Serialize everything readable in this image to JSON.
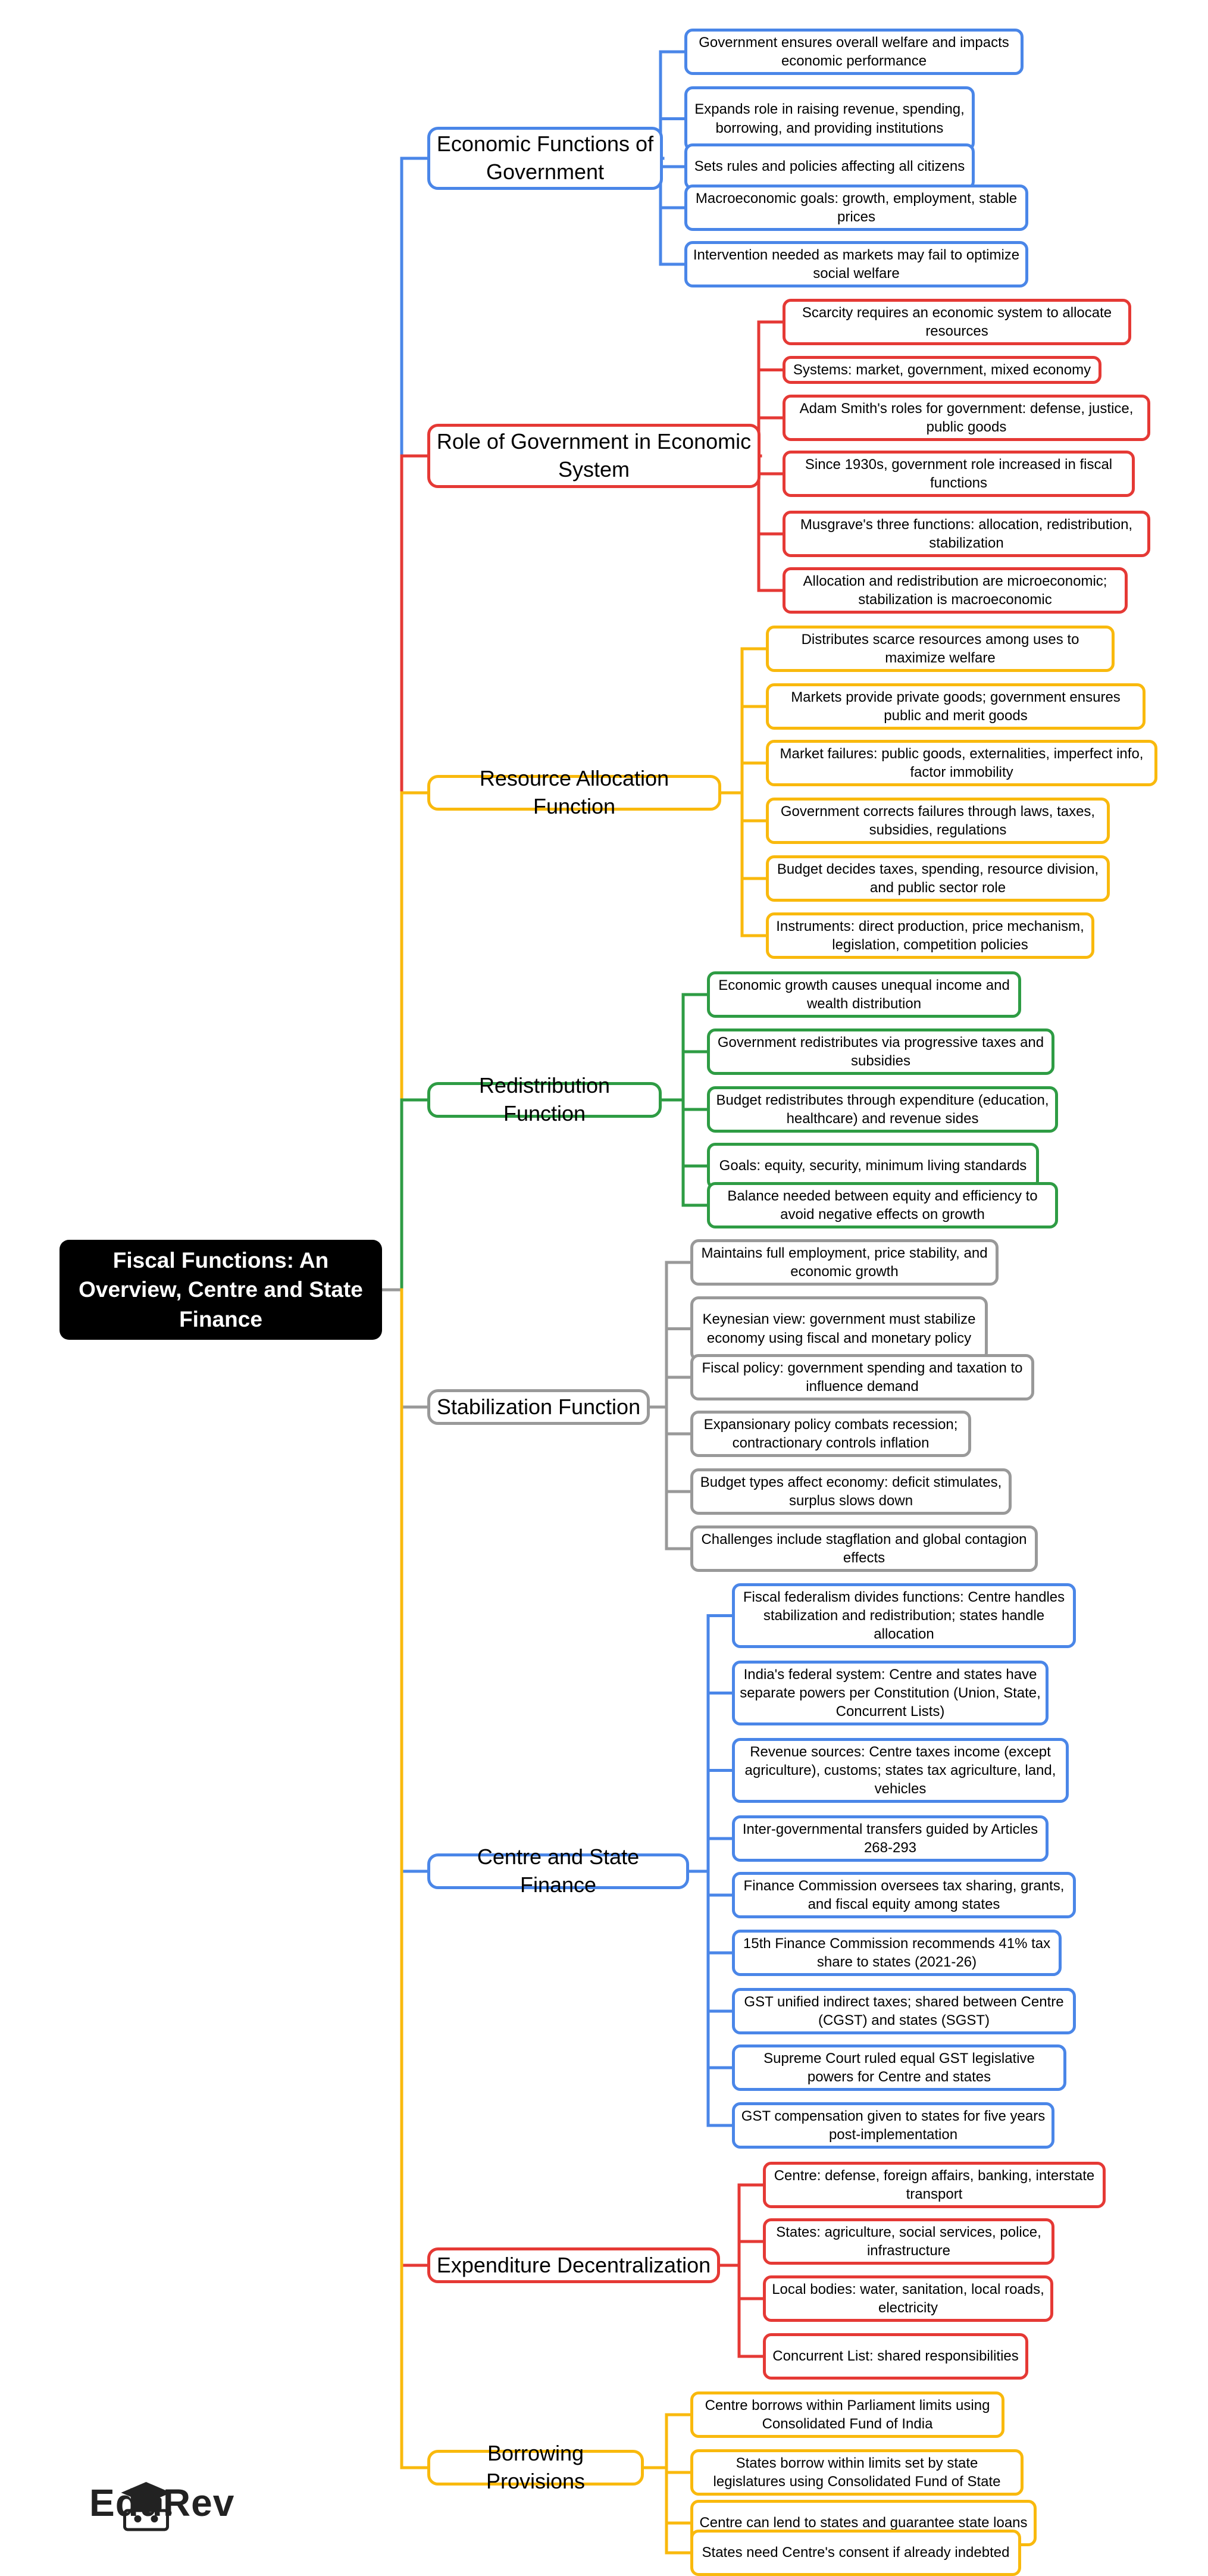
{
  "root": {
    "text": "Fiscal Functions: An Overview, Centre and State Finance"
  },
  "colors": {
    "blue": "#4a86e8",
    "red": "#e53935",
    "yellow": "#f9b90d",
    "green": "#2e9c44",
    "gray": "#999999"
  },
  "branches": [
    {
      "title": "Economic Functions of Government",
      "color": "blue",
      "leaves": [
        "Government ensures overall welfare and impacts economic performance",
        "Expands role in raising revenue, spending, borrowing, and providing institutions",
        "Sets rules and policies affecting all citizens",
        "Macroeconomic goals: growth, employment, stable prices",
        "Intervention needed as markets may fail to optimize social welfare"
      ]
    },
    {
      "title": "Role of Government in Economic System",
      "color": "red",
      "leaves": [
        "Scarcity requires an economic system to allocate resources",
        "Systems: market, government, mixed economy",
        "Adam Smith's roles for government: defense, justice, public goods",
        "Since 1930s, government role increased in fiscal functions",
        "Musgrave's three functions: allocation, redistribution, stabilization",
        "Allocation and redistribution are microeconomic; stabilization is macroeconomic"
      ]
    },
    {
      "title": "Resource Allocation Function",
      "color": "yellow",
      "leaves": [
        "Distributes scarce resources among uses to maximize welfare",
        "Markets provide private goods; government ensures public and merit goods",
        "Market failures: public goods, externalities, imperfect info, factor immobility",
        "Government corrects failures through laws, taxes, subsidies, regulations",
        "Budget decides taxes, spending, resource division, and public sector role",
        "Instruments: direct production, price mechanism, legislation, competition policies"
      ]
    },
    {
      "title": "Redistribution Function",
      "color": "green",
      "leaves": [
        "Economic growth causes unequal income and wealth distribution",
        "Government redistributes via progressive taxes and subsidies",
        "Budget redistributes through expenditure (education, healthcare) and revenue sides",
        "Goals: equity, security, minimum living standards",
        "Balance needed between equity and efficiency to avoid negative effects on growth"
      ]
    },
    {
      "title": "Stabilization Function",
      "color": "gray",
      "leaves": [
        "Maintains full employment, price stability, and economic growth",
        "Keynesian view: government must stabilize economy using fiscal and monetary policy",
        "Fiscal policy: government spending and taxation to influence demand",
        "Expansionary policy combats recession; contractionary controls inflation",
        "Budget types affect economy: deficit stimulates, surplus slows down",
        "Challenges include stagflation and global contagion effects"
      ]
    },
    {
      "title": "Centre and State Finance",
      "color": "blue",
      "leaves": [
        "Fiscal federalism divides functions: Centre handles stabilization and redistribution; states handle allocation",
        "India's federal system: Centre and states have separate powers per Constitution (Union, State, Concurrent Lists)",
        "Revenue sources: Centre taxes income (except agriculture), customs; states tax agriculture, land, vehicles",
        "Inter-governmental transfers guided by Articles 268-293",
        "Finance Commission oversees tax sharing, grants, and fiscal equity among states",
        "15th Finance Commission recommends 41% tax share to states (2021-26)",
        "GST unified indirect taxes; shared between Centre (CGST) and states (SGST)",
        "Supreme Court ruled equal GST legislative powers for Centre and states",
        "GST compensation given to states for five years post-implementation"
      ]
    },
    {
      "title": "Expenditure Decentralization",
      "color": "red",
      "leaves": [
        "Centre: defense, foreign affairs, banking, interstate transport",
        "States: agriculture, social services, police, infrastructure",
        "Local bodies: water, sanitation, local roads, electricity",
        "Concurrent List: shared responsibilities"
      ]
    },
    {
      "title": "Borrowing Provisions",
      "color": "yellow",
      "leaves": [
        "Centre borrows within Parliament limits using Consolidated Fund of India",
        "States borrow within limits set by state legislatures using Consolidated Fund of State",
        "Centre can lend to states and guarantee state loans",
        "States need Centre's consent if already indebted"
      ]
    }
  ],
  "brand": {
    "name": "EduRev",
    "icon": "graduation-cap-icon"
  }
}
